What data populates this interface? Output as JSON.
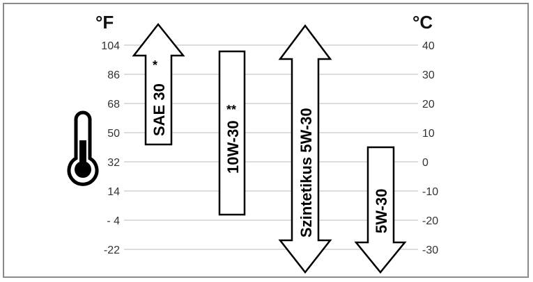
{
  "units": {
    "left": "°F",
    "right": "°C"
  },
  "fahrenheit_ticks": [
    "104",
    "86",
    "68",
    "50",
    "32",
    "14",
    "- 4",
    "-22"
  ],
  "celsius_ticks": [
    "40",
    "30",
    "20",
    "10",
    "0",
    "-10",
    "-20",
    "-30"
  ],
  "oils": {
    "sae30": {
      "label": "SAE 30",
      "note": "*",
      "range_c": [
        5,
        40
      ],
      "arrow": "up"
    },
    "w10_30": {
      "label": "10W-30",
      "note": "**",
      "range_c": [
        -18,
        38
      ],
      "arrow": "none"
    },
    "synthetic": {
      "label": "Szintetikus 5W-30",
      "range_c": [
        -30,
        40
      ],
      "arrow": "both"
    },
    "w5_30": {
      "label": "5W-30",
      "range_c": [
        -30,
        4
      ],
      "arrow": "down"
    }
  },
  "icon": "thermometer-icon"
}
